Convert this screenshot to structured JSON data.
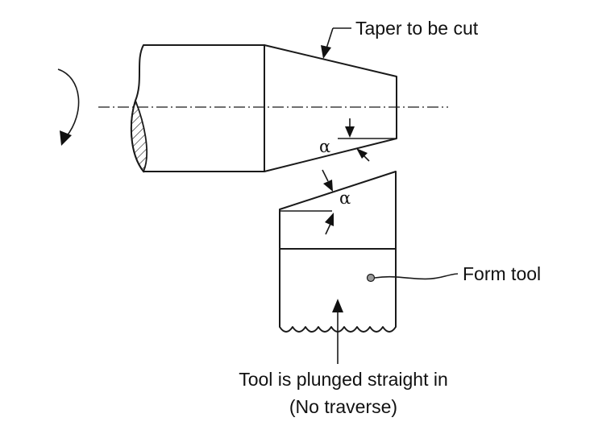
{
  "labels": {
    "taper": "Taper to be cut",
    "form_tool": "Form tool",
    "plunge_line1": "Tool is plunged straight in",
    "plunge_line2": "(No traverse)",
    "alpha_work": "α",
    "alpha_tool": "α"
  },
  "colors": {
    "workpiece": "#3f7fcb",
    "tool": "#3cb878",
    "outline": "#1a1a1a"
  },
  "icons": {
    "rotation": "curved-arrow-icon"
  }
}
